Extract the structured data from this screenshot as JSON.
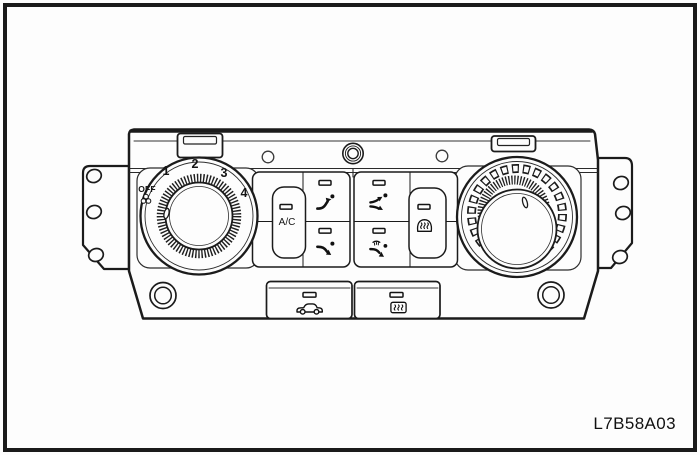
{
  "figure": {
    "code_label": "L7B58A03",
    "line_color": "#1b1b1b",
    "background_color": "#ffffff"
  },
  "panel": {
    "fan_speed_knob": {
      "off_label": "OFF",
      "speed_labels": [
        "1",
        "2",
        "3",
        "4"
      ],
      "icon": "fan-icon",
      "pointer": "knob-pointer-mark"
    },
    "temperature_knob": {
      "icon": "knurled-temperature-dial",
      "pointer": "knob-pointer-mark"
    },
    "ac_button": {
      "label": "A/C",
      "indicator": "lamp-window"
    },
    "airflow_mode_buttons": [
      {
        "icon": "airflow-face-icon",
        "indicator": "lamp-window"
      },
      {
        "icon": "airflow-bilevel-icon",
        "indicator": "lamp-window"
      },
      {
        "icon": "airflow-floor-icon",
        "indicator": "lamp-window"
      },
      {
        "icon": "airflow-floor-defrost-icon",
        "indicator": "lamp-window"
      }
    ],
    "front_defrost_button": {
      "icon": "front-defrost-icon",
      "indicator": "lamp-window"
    },
    "bottom_buttons": [
      {
        "icon": "recirculation-car-icon",
        "indicator": "lamp-window"
      },
      {
        "icon": "rear-defrost-icon",
        "indicator": "lamp-window"
      }
    ]
  }
}
